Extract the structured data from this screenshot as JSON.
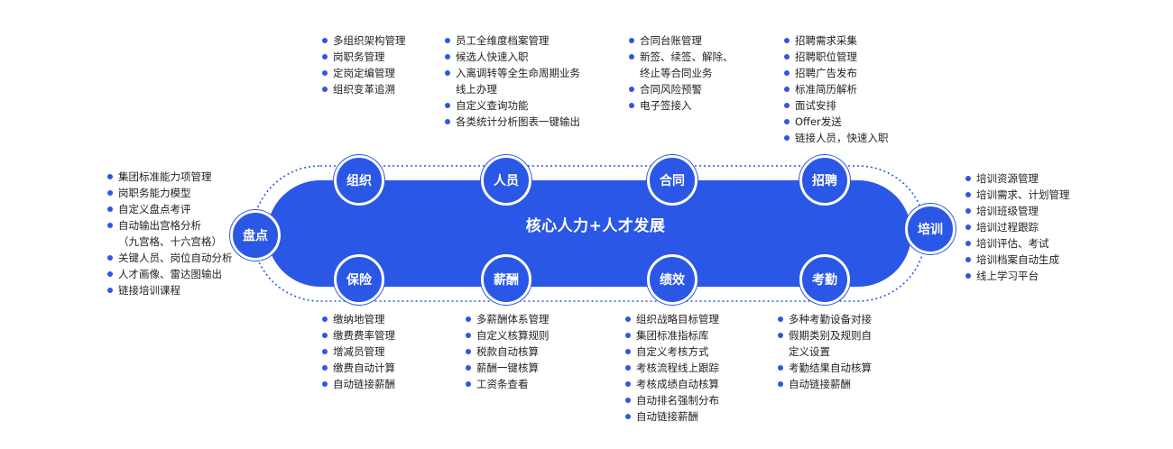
{
  "core": {
    "title": "核心人力+人才发展",
    "color": "#2b57e6"
  },
  "nodes": {
    "zuzhi": "组织",
    "renyuan": "人员",
    "hetong": "合同",
    "zhaopin": "招聘",
    "pandian": "盘点",
    "peixun": "培训",
    "baoxian": "保险",
    "xinchou": "薪酬",
    "jixiao": "绩效",
    "kaoqin": "考勤"
  },
  "features": {
    "zuzhi": [
      "多组织架构管理",
      "岗职务管理",
      "定岗定编管理",
      "组织变革追溯"
    ],
    "renyuan": [
      "员工全维度档案管理",
      "候选人快速入职",
      "入离调转等全生命周期业务",
      "线上办理",
      "自定义查询功能",
      "各类统计分析图表一键输出"
    ],
    "hetong": [
      "合同台账管理",
      "新签、续签、解除、",
      "终止等合同业务",
      "合同风险预警",
      "电子签接入"
    ],
    "zhaopin": [
      "招聘需求采集",
      "招聘职位管理",
      "招聘广告发布",
      "标准简历解析",
      "面试安排",
      "Offer发送",
      "链接人员，快速入职"
    ],
    "pandian": [
      "集团标准能力项管理",
      "岗职务能力模型",
      "自定义盘点考评",
      "自动输出宫格分析",
      "（九宫格、十六宫格）",
      "关键人员、岗位自动分析",
      "人才画像、雷达图输出",
      "链接培训课程"
    ],
    "peixun": [
      "培训资源管理",
      "培训需求、计划管理",
      "培训班级管理",
      "培训过程跟踪",
      "培训评估、考试",
      "培训档案自动生成",
      "线上学习平台"
    ],
    "baoxian": [
      "缴纳地管理",
      "缴费费率管理",
      "增减员管理",
      "缴费自动计算",
      "自动链接薪酬"
    ],
    "xinchou": [
      "多薪酬体系管理",
      "自定义核算规则",
      "税款自动核算",
      "薪酬一键核算",
      "工资条查看"
    ],
    "jixiao": [
      "组织战略目标管理",
      "集团标准指标库",
      "自定义考核方式",
      "考核流程线上跟踪",
      "考核成绩自动核算",
      "自动排名强制分布",
      "自动链接薪酬"
    ],
    "kaoqin": [
      "多种考勤设备对接",
      "假期类别及规则自",
      "定义设置",
      "考勤结果自动核算",
      "自动链接薪酬"
    ]
  }
}
